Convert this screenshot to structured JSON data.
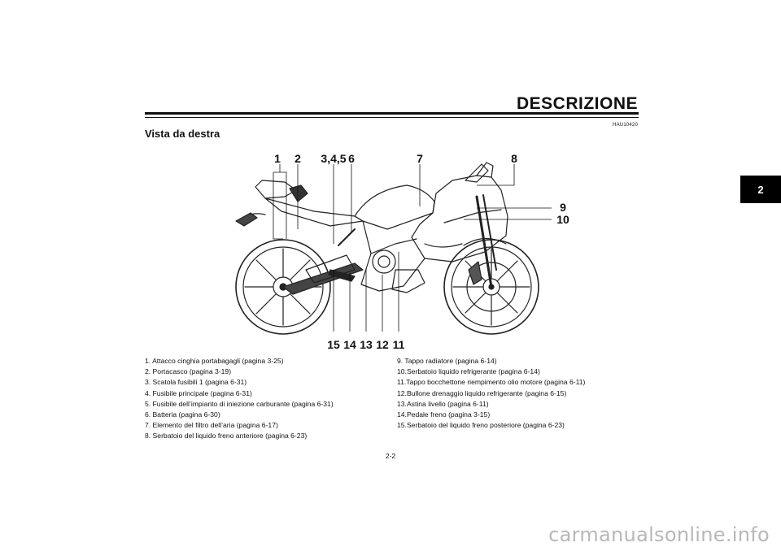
{
  "header": {
    "section_title": "DESCRIZIONE",
    "chapter_tab": "2",
    "code": "HAU10420",
    "subtitle": "Vista da destra"
  },
  "figure": {
    "callouts": [
      "1",
      "2",
      "3,4,5",
      "6",
      "7",
      "8",
      "9",
      "10",
      "11",
      "12",
      "13",
      "14",
      "15"
    ]
  },
  "legend": {
    "left": [
      "1.  Attacco cinghia portabagagli (pagina 3-25)",
      "2.  Portacasco (pagina 3-19)",
      "3.  Scatola fusibili 1 (pagina 6-31)",
      "4.  Fusibile principale (pagina 6-31)",
      "5.  Fusibile dell’impianto di iniezione carburante (pagina 6-31)",
      "6.  Batteria (pagina 6-30)",
      "7.  Elemento del filtro dell’aria (pagina 6-17)",
      "8.  Serbatoio del liquido freno anteriore (pagina 6-23)"
    ],
    "right": [
      "9.  Tappo radiatore (pagina 6-14)",
      "10.Serbatoio liquido refrigerante (pagina 6-14)",
      "11.Tappo bocchettone riempimento olio motore (pagina 6-11)",
      "12.Bullone drenaggio liquido refrigerante (pagina 6-15)",
      "13.Astina livello (pagina 6-11)",
      "14.Pedale freno (pagina 3-15)",
      "15.Serbatoio del liquido freno posteriore (pagina 6-23)"
    ]
  },
  "footer": {
    "page_number": "2-2",
    "watermark": "carmanualsonline.info"
  }
}
